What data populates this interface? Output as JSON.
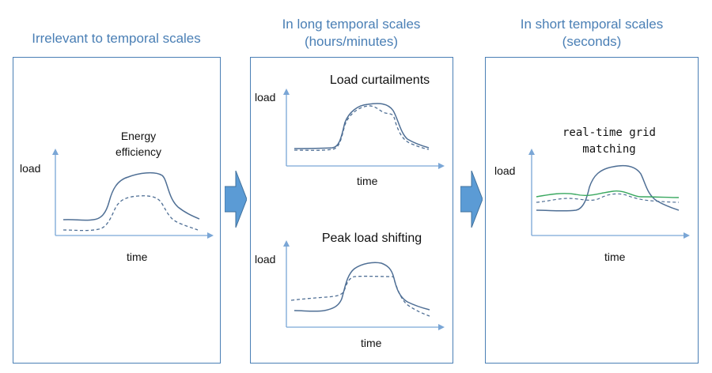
{
  "columns": [
    {
      "heading": "Irrelevant to temporal scales"
    },
    {
      "heading_line1": "In long temporal scales",
      "heading_line2": "(hours/minutes)"
    },
    {
      "heading_line1": "In short temporal scales",
      "heading_line2": "(seconds)"
    }
  ],
  "plots": {
    "energy_efficiency": {
      "title_line1": "Energy",
      "title_line2": "efficiency",
      "ylabel": "load",
      "xlabel": "time"
    },
    "load_curtailments": {
      "title": "Load curtailments",
      "ylabel": "load",
      "xlabel": "time"
    },
    "peak_load_shifting": {
      "title": "Peak load shifting",
      "ylabel": "load",
      "xlabel": "time"
    },
    "realtime_grid": {
      "title_line1": "real-time grid",
      "title_line2": "matching",
      "ylabel": "load",
      "xlabel": "time"
    }
  },
  "colors": {
    "accent": "#4a7fb5",
    "curve": "#4f6f95",
    "green": "#3aa860",
    "arrow": "#5b9bd5"
  }
}
